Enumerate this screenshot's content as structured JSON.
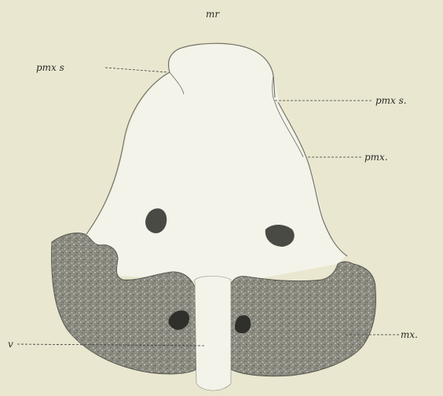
{
  "figure": {
    "labels": {
      "top": "mr",
      "pmx_s_left": "pmx s",
      "pmx_s_right": "pmx s.",
      "pmx": "pmx.",
      "v": "v",
      "mx": "mx."
    },
    "colors": {
      "background": "#e9e7cf",
      "bone": "#f4f3ea",
      "outline": "#6b6b60",
      "stipple": "#7e7e74",
      "stipple_dark": "#5f5f56",
      "foramen": "#4a4a44",
      "leader": "#3a3a3a"
    }
  }
}
